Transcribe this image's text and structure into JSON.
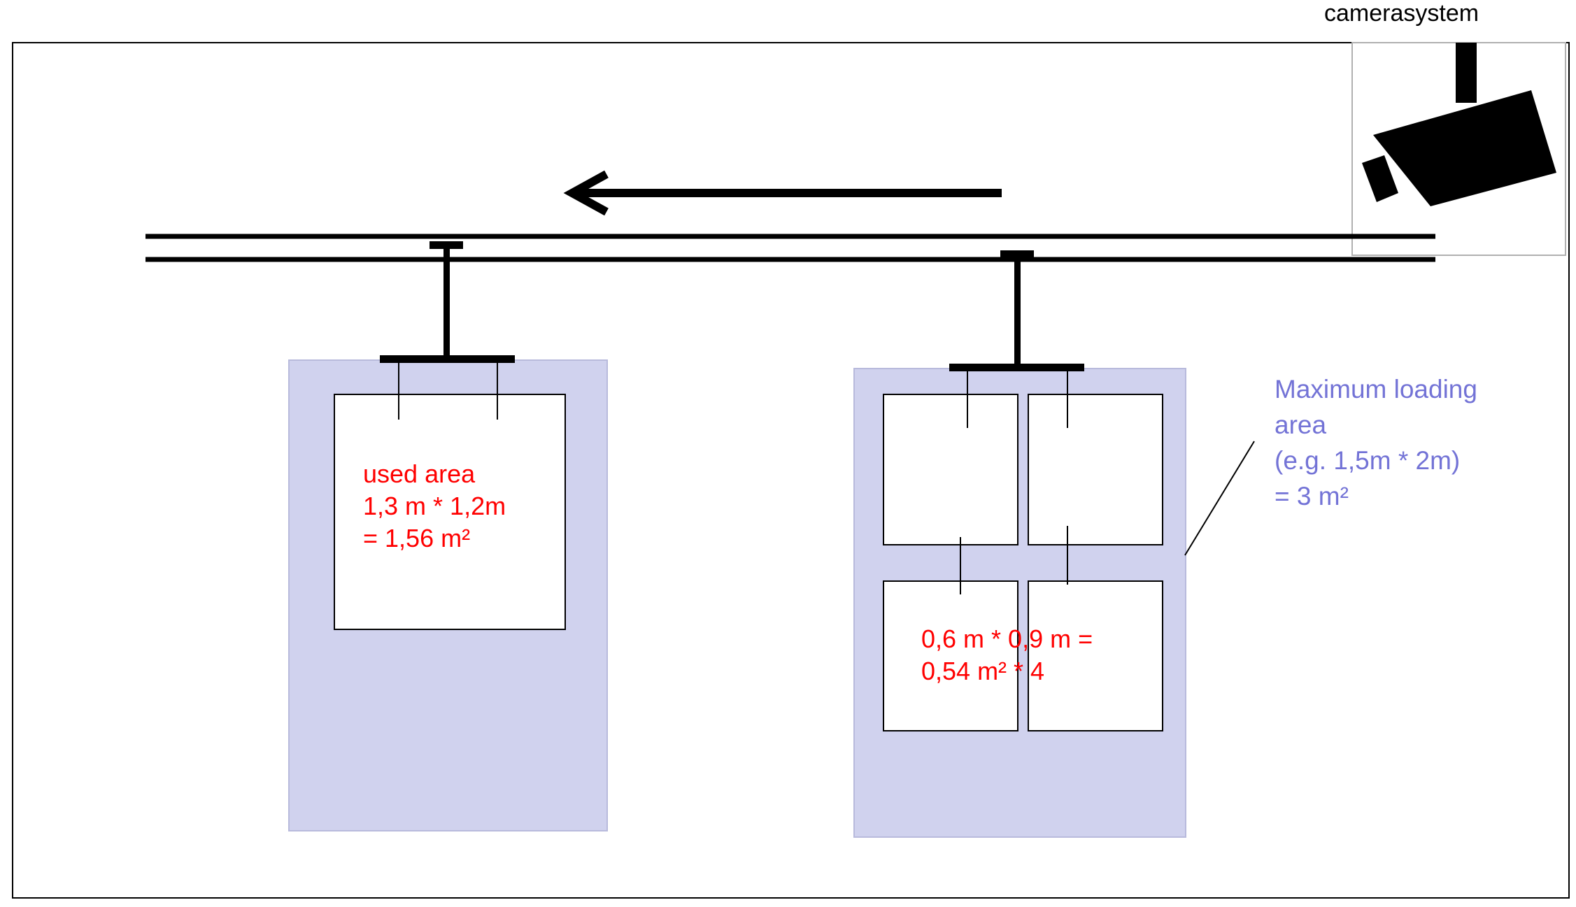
{
  "camera": {
    "label": "camerasystem",
    "icon": "security-camera-icon"
  },
  "used_area": {
    "lines": [
      "used area",
      "1,3 m  * 1,2m",
      "= 1,56 m²"
    ]
  },
  "small_boxes": {
    "lines": [
      "0,6 m  * 0,9 m =",
      "0,54 m²   * 4"
    ]
  },
  "max_area": {
    "lines": [
      "Maximum  loading",
      "area",
      "(e.g. 1,5m * 2m)",
      "= 3 m²"
    ]
  },
  "colors": {
    "panel_fill": "#d0d2ee",
    "panel_border": "#b8badc",
    "used_text": "#ff0000",
    "max_text": "#7373d6",
    "line": "#000000"
  }
}
